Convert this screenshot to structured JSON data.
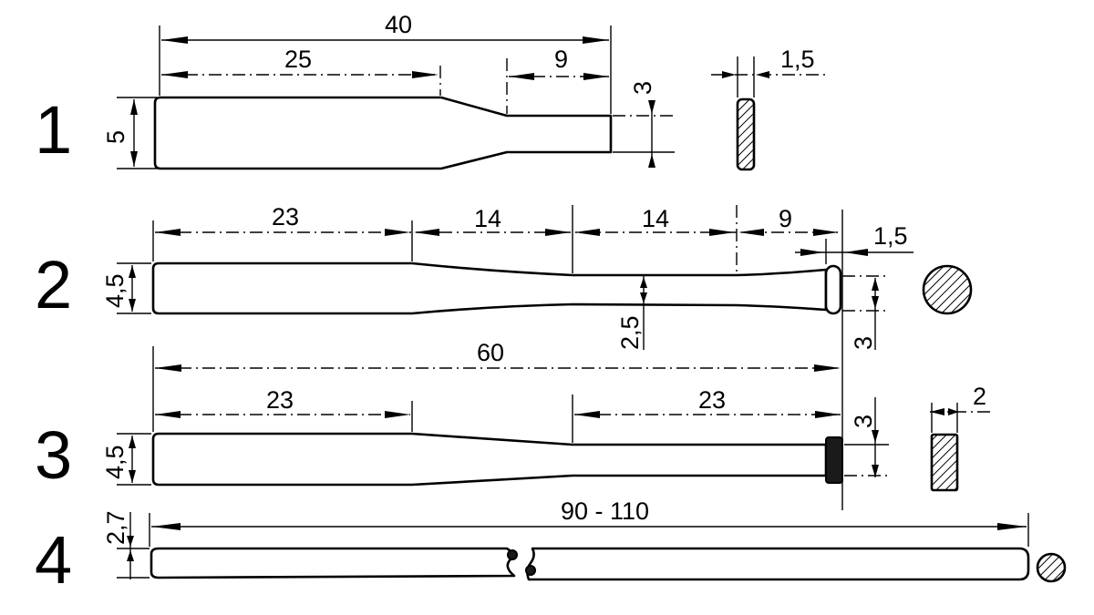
{
  "parts": [
    {
      "number": "1",
      "dimensions": {
        "total": "40",
        "left": "25",
        "right": "9",
        "width": "5",
        "tip": "3",
        "thickness": "1,5"
      }
    },
    {
      "number": "2",
      "dimensions": {
        "seg1": "23",
        "seg2": "14",
        "seg3": "14",
        "seg4": "9",
        "width": "4,5",
        "waist": "2,5",
        "tip": "3",
        "head": "1,5"
      }
    },
    {
      "number": "3",
      "dimensions": {
        "total": "60",
        "left": "23",
        "right": "23",
        "width": "4,5",
        "tip": "3",
        "thickness": "2"
      }
    },
    {
      "number": "4",
      "dimensions": {
        "length": "90 - 110",
        "diameter": "2,7"
      }
    }
  ]
}
